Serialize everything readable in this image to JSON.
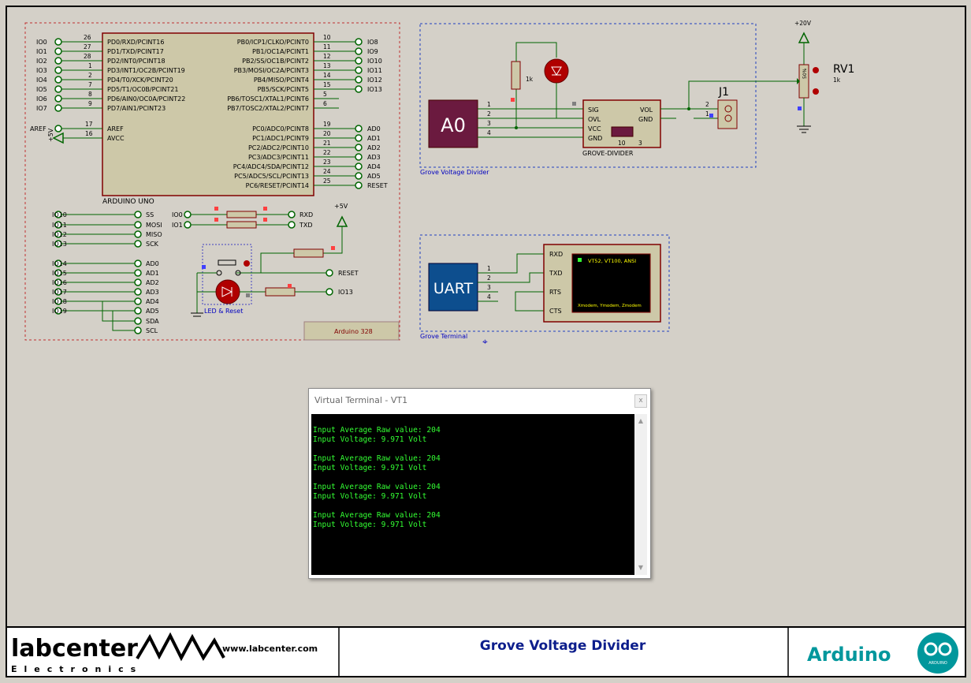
{
  "arduino": {
    "chip_name": "ARDUINO UNO",
    "left_pins": [
      {
        "net": "IO0",
        "num": "26",
        "name": "PD0/RXD/PCINT16"
      },
      {
        "net": "IO1",
        "num": "27",
        "name": "PD1/TXD/PCINT17"
      },
      {
        "net": "IO2",
        "num": "28",
        "name": "PD2/INT0/PCINT18"
      },
      {
        "net": "IO3",
        "num": "1",
        "name": "PD3/INT1/OC2B/PCINT19"
      },
      {
        "net": "IO4",
        "num": "2",
        "name": "PD4/T0/XCK/PCINT20"
      },
      {
        "net": "IO5",
        "num": "7",
        "name": "PD5/T1/OC0B/PCINT21"
      },
      {
        "net": "IO6",
        "num": "8",
        "name": "PD6/AIN0/OC0A/PCINT22"
      },
      {
        "net": "IO7",
        "num": "9",
        "name": "PD7/AIN1/PCINT23"
      }
    ],
    "right_top_pins": [
      {
        "num": "10",
        "name": "PB0/ICP1/CLKO/PCINT0",
        "net": "IO8"
      },
      {
        "num": "11",
        "name": "PB1/OC1A/PCINT1",
        "net": "IO9"
      },
      {
        "num": "12",
        "name": "PB2/SS/OC1B/PCINT2",
        "net": "IO10"
      },
      {
        "num": "13",
        "name": "PB3/MOSI/OC2A/PCINT3",
        "net": "IO11"
      },
      {
        "num": "14",
        "name": "PB4/MISO/PCINT4",
        "net": "IO12"
      },
      {
        "num": "15",
        "name": "PB5/SCK/PCINT5",
        "net": "IO13"
      },
      {
        "num": "5",
        "name": "PB6/TOSC1/XTAL1/PCINT6",
        "net": ""
      },
      {
        "num": "6",
        "name": "PB7/TOSC2/XTAL2/PCINT7",
        "net": ""
      }
    ],
    "right_bottom_pins": [
      {
        "num": "19",
        "name": "PC0/ADC0/PCINT8",
        "net": "AD0"
      },
      {
        "num": "20",
        "name": "PC1/ADC1/PCINT9",
        "net": "AD1"
      },
      {
        "num": "21",
        "name": "PC2/ADC2/PCINT10",
        "net": "AD2"
      },
      {
        "num": "22",
        "name": "PC3/ADC3/PCINT11",
        "net": "AD3"
      },
      {
        "num": "23",
        "name": "PC4/ADC4/SDA/PCINT12",
        "net": "AD4"
      },
      {
        "num": "24",
        "name": "PC5/ADC5/SCL/PCINT13",
        "net": "AD5"
      },
      {
        "num": "25",
        "name": "PC6/RESET/PCINT14",
        "net": "RESET"
      }
    ],
    "aref": {
      "net": "AREF",
      "num": "17",
      "name": "AREF"
    },
    "avcc": {
      "net": "+5V",
      "num": "16",
      "name": "AVCC"
    },
    "spi_left": [
      "IO10",
      "IO11",
      "IO12",
      "IO13"
    ],
    "spi_right": [
      "SS",
      "MOSI",
      "MISO",
      "SCK"
    ],
    "ad_left": [
      "IO14",
      "IO15",
      "IO16",
      "IO17",
      "IO18",
      "IO19"
    ],
    "ad_right": [
      "AD0",
      "AD1",
      "AD2",
      "AD3",
      "AD4",
      "AD5",
      "SDA",
      "SCL"
    ],
    "uart_left": [
      "IO0",
      "IO1"
    ],
    "uart_right": [
      "RXD",
      "TXD"
    ],
    "supply": "+5V",
    "reset_label": "RESET",
    "io13_label": "IO13",
    "led_group_label": "LED & Reset",
    "board_label": "Arduino 328"
  },
  "grove_divider": {
    "a0_label": "A0",
    "resistor_value": "1k",
    "module_pins_left": [
      "SIG",
      "OVL",
      "VCC",
      "GND"
    ],
    "module_pins_right": [
      "VOL",
      "GND"
    ],
    "module_name": "GROVE-DIVIDER",
    "inner_nums": [
      "10",
      "3"
    ],
    "connector_pins": [
      "1",
      "2",
      "3",
      "4"
    ],
    "j1_label": "J1",
    "j1_pins": [
      "2",
      "1"
    ],
    "group_label": "Grove Voltage Divider"
  },
  "rv1": {
    "label": "RV1",
    "value": "1k",
    "supply": "+20V",
    "body_text": "50%"
  },
  "uart_block": {
    "uart_label": "UART",
    "connector_pins": [
      "1",
      "2",
      "3",
      "4"
    ],
    "terminal_pins": [
      "RXD",
      "TXD",
      "RTS",
      "CTS"
    ],
    "screen_text": "VT52, VT100, ANSI",
    "screen_bottom": "Xmodem, Ymodem, Zmodem",
    "group_label": "Grove Terminal"
  },
  "virtual_terminal": {
    "title": "Virtual Terminal - VT1",
    "close": "x",
    "lines": [
      "Input Average Raw value: 204",
      "Input Voltage: 9.971 Volt",
      "",
      "Input Average Raw value: 204",
      "Input Voltage: 9.971 Volt",
      "",
      "Input Average Raw value: 204",
      "Input Voltage: 9.971 Volt",
      "",
      "Input Average Raw value: 204",
      "Input Voltage: 9.971 Volt"
    ]
  },
  "title_block": {
    "logo": "labcenter",
    "logo_sub": "Electronics",
    "url": "www.labcenter.com",
    "sheet_title": "Grove Voltage Divider",
    "company": "Arduino",
    "badge": "ARDUINO"
  },
  "colors": {
    "background": "#d4d0c8",
    "wire": "#006400",
    "component_body": "#cdc8a8",
    "component_border": "#800000",
    "a0_fill": "#6b1a3f",
    "uart_fill": "#0d4e8e",
    "terminal_green": "#33ff33",
    "title_blue": "#0d1e8c",
    "arduino_teal": "#00979c"
  }
}
